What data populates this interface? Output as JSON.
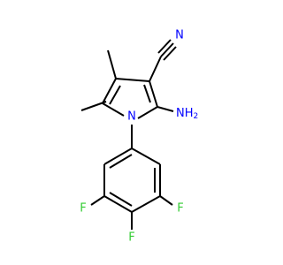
{
  "molecule": {
    "atoms": {
      "nitrile_n": {
        "symbol": "N",
        "color": "#0000FF"
      },
      "ring_n": {
        "symbol": "N",
        "color": "#0000FF"
      },
      "amino": {
        "symbol": "NH",
        "subscript": "2",
        "color": "#0000FF"
      },
      "f_left": {
        "symbol": "F",
        "color": "#33CC33"
      },
      "f_bottom": {
        "symbol": "F",
        "color": "#33CC33"
      },
      "f_right": {
        "symbol": "F",
        "color": "#33CC33"
      }
    },
    "colors": {
      "bond": "#000000",
      "nitrogen": "#0000FF",
      "fluorine": "#33CC33"
    }
  }
}
